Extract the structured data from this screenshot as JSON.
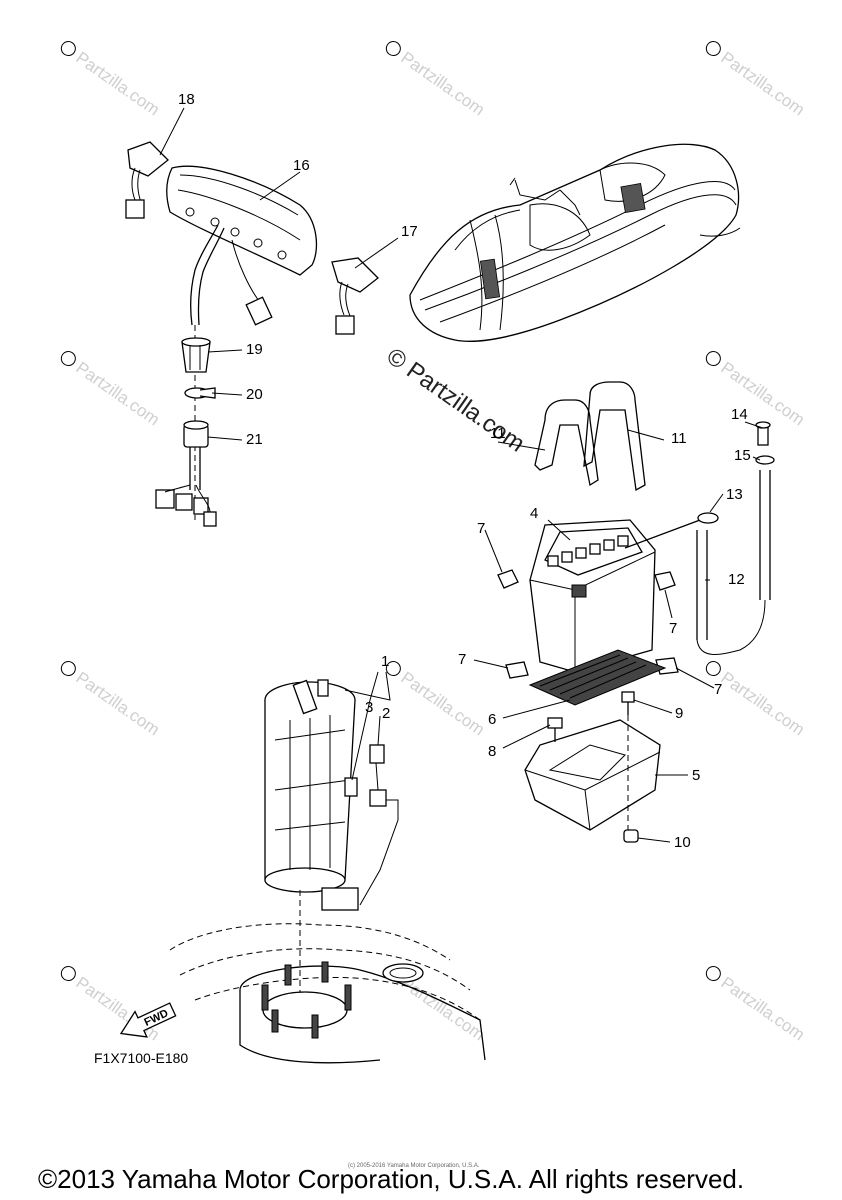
{
  "watermark": {
    "text": "Partzilla.com",
    "center_text": "© Partzilla.com"
  },
  "diagram_code": "F1X7100-E180",
  "fwd_label": "FWD",
  "small_copyright": "(c) 2005-2016 Yamaha Motor Corporation, U.S.A.",
  "footer_copyright": "©2013 Yamaha Motor Corporation, U.S.A. All rights reserved.",
  "callouts": {
    "c1": "1",
    "c2": "2",
    "c3": "3",
    "c4": "4",
    "c5": "5",
    "c6": "6",
    "c7a": "7",
    "c7b": "7",
    "c7c": "7",
    "c7d": "7",
    "c8": "8",
    "c9": "9",
    "c10": "10",
    "c11a": "11",
    "c11b": "11",
    "c12": "12",
    "c13": "13",
    "c14": "14",
    "c15": "15",
    "c16": "16",
    "c17": "17",
    "c18": "18",
    "c19": "19",
    "c20": "20",
    "c21": "21"
  },
  "icons": [
    "copyright-symbol",
    "fwd-arrow-icon"
  ]
}
